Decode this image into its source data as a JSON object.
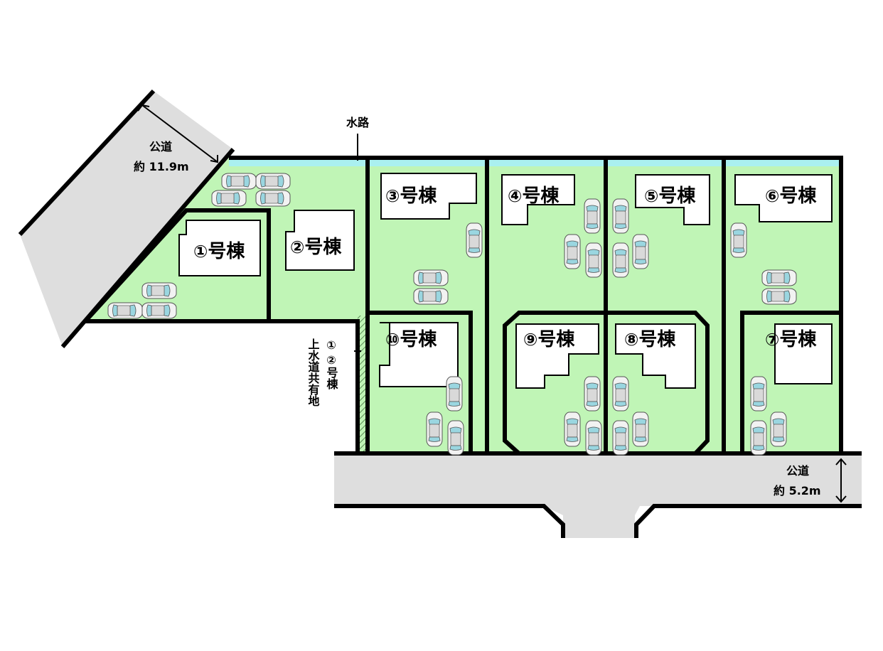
{
  "labels": {
    "water_channel": "水路",
    "public_road_diagonal_name": "公道",
    "public_road_diagonal_width": "約 11.9m",
    "public_road_bottom_name": "公道",
    "public_road_bottom_width": "約 5.2m",
    "shared_easement_numbers": [
      "①",
      "②"
    ],
    "shared_easement_text_a": "号棟",
    "shared_easement_text_b": "上水道共有地"
  },
  "lots": [
    {
      "id": "lot-1",
      "mark": "①",
      "suffix": "号棟"
    },
    {
      "id": "lot-2",
      "mark": "②",
      "suffix": "号棟"
    },
    {
      "id": "lot-3",
      "mark": "③",
      "suffix": "号棟"
    },
    {
      "id": "lot-4",
      "mark": "④",
      "suffix": "号棟"
    },
    {
      "id": "lot-5",
      "mark": "⑤",
      "suffix": "号棟"
    },
    {
      "id": "lot-6",
      "mark": "⑥",
      "suffix": "号棟"
    },
    {
      "id": "lot-7",
      "mark": "⑦",
      "suffix": "号棟"
    },
    {
      "id": "lot-8",
      "mark": "⑧",
      "suffix": "号棟"
    },
    {
      "id": "lot-9",
      "mark": "⑨",
      "suffix": "号棟"
    },
    {
      "id": "lot-10",
      "mark": "⑩",
      "suffix": "号棟"
    }
  ],
  "colors": {
    "lot_fill": "#c0f5b6",
    "road_fill": "#dedede",
    "water_fill": "#aaf0f0",
    "border": "#000000"
  }
}
